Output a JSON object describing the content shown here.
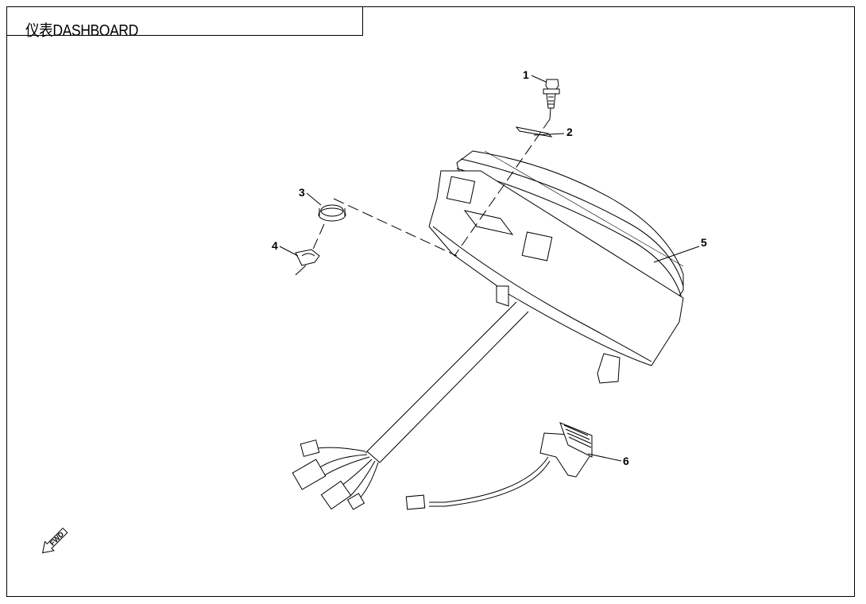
{
  "title": "仪表DASHBOARD",
  "callouts": [
    {
      "number": "1",
      "part": "bolt"
    },
    {
      "number": "2",
      "part": "washer"
    },
    {
      "number": "3",
      "part": "grommet"
    },
    {
      "number": "4",
      "part": "clip"
    },
    {
      "number": "5",
      "part": "dashboard-instrument-cluster"
    },
    {
      "number": "6",
      "part": "sensor-connector"
    }
  ],
  "direction_indicator": "FWD"
}
